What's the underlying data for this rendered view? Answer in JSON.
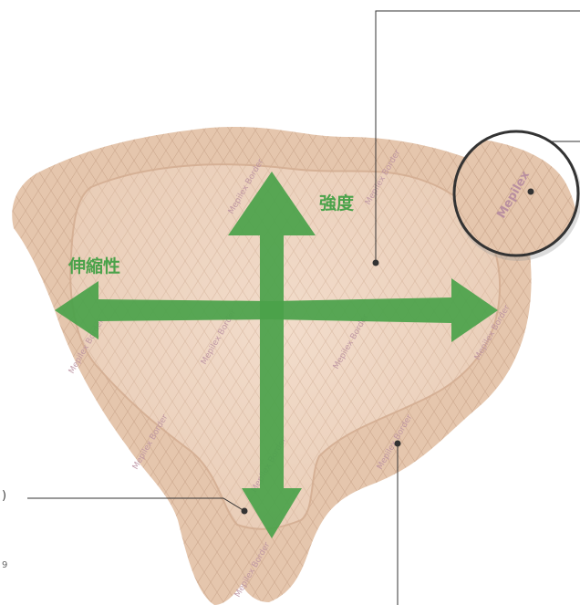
{
  "labels": {
    "strength": "強度",
    "stretch": "伸縮性",
    "paren": ")",
    "page_num": "9"
  },
  "branding": {
    "imprint": "Mepilex Border",
    "zoom_text": "Mepilex"
  },
  "colors": {
    "dressing": "#e7c9b1",
    "pad": "#f0d8c4",
    "arrow": "#4aa24a",
    "label": "#4aa24a",
    "leader_line": "#333333"
  },
  "icons": [
    "mepilex-logo-icon",
    "callout-dot-icon"
  ]
}
